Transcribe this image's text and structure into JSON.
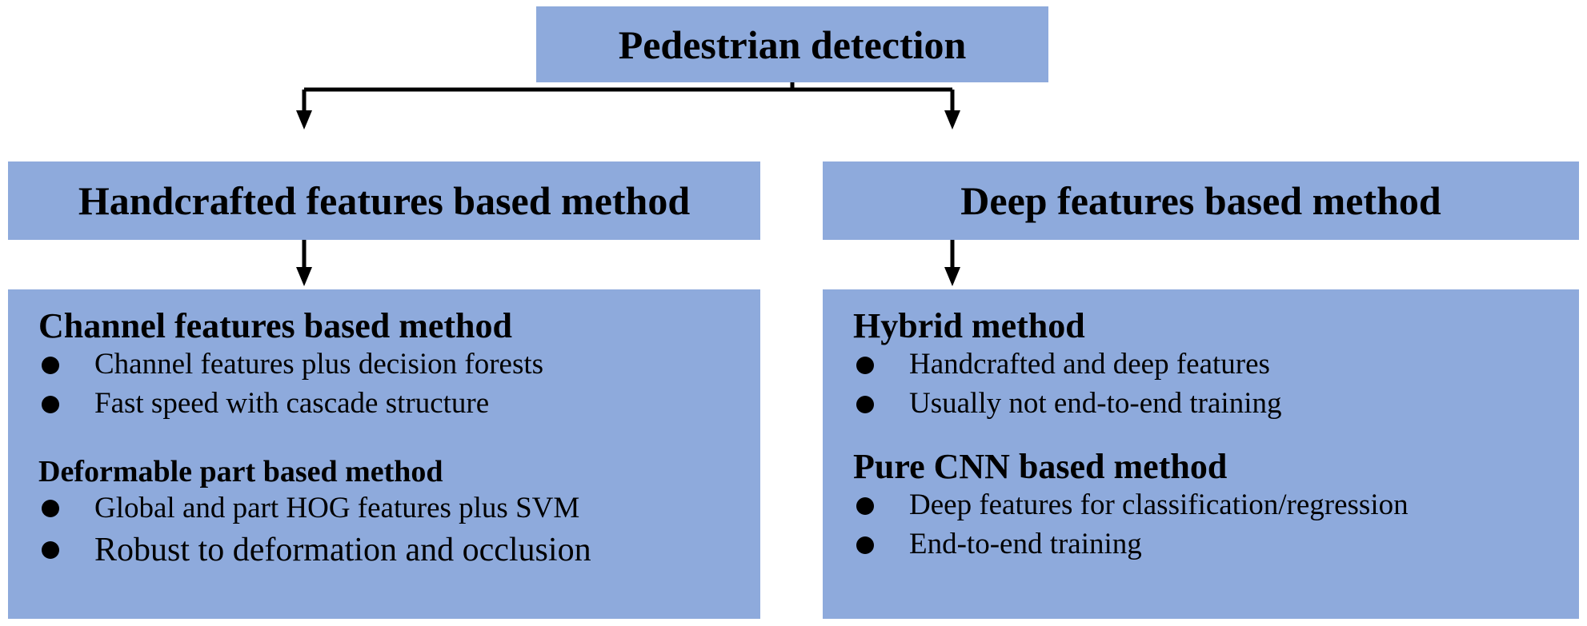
{
  "root": {
    "label": "Pedestrian detection"
  },
  "left": {
    "header": "Handcrafted features based method",
    "sections": [
      {
        "title": "Channel features based method",
        "bullets": [
          "Channel features plus decision forests",
          "Fast speed with cascade structure"
        ]
      },
      {
        "title": "Deformable part based method",
        "bullets": [
          "Global and part HOG features plus SVM",
          "Robust to deformation and occlusion"
        ]
      }
    ]
  },
  "right": {
    "header": "Deep features based method",
    "sections": [
      {
        "title": "Hybrid method",
        "bullets": [
          "Handcrafted and deep features",
          "Usually not end-to-end training"
        ]
      },
      {
        "title": "Pure CNN based method",
        "bullets": [
          "Deep features for classification/regression",
          "End-to-end training"
        ]
      }
    ]
  },
  "colors": {
    "box_fill": "#8eaadc",
    "line": "#000000"
  }
}
